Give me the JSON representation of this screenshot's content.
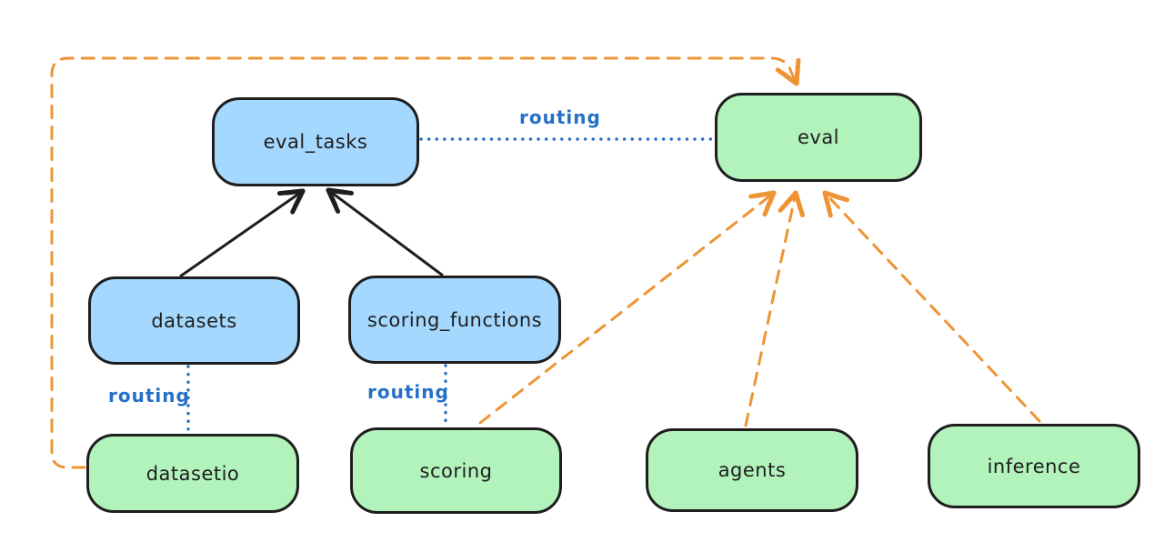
{
  "diagram": {
    "type": "architecture-diagram",
    "colors": {
      "node_blue_fill": "#a5d8ff",
      "node_green_fill": "#b2f2bb",
      "node_border": "#1e1e1e",
      "edge_black": "#1e1e1e",
      "edge_orange": "#ee9434",
      "edge_blue": "#2470c8",
      "label_blue": "#2470c8"
    },
    "nodes": [
      {
        "id": "eval_tasks",
        "label": "eval_tasks",
        "color": "blue"
      },
      {
        "id": "eval",
        "label": "eval",
        "color": "green"
      },
      {
        "id": "datasets",
        "label": "datasets",
        "color": "blue"
      },
      {
        "id": "scoring_functions",
        "label": "scoring_functions",
        "color": "blue"
      },
      {
        "id": "datasetio",
        "label": "datasetio",
        "color": "green"
      },
      {
        "id": "scoring",
        "label": "scoring",
        "color": "green"
      },
      {
        "id": "agents",
        "label": "agents",
        "color": "green"
      },
      {
        "id": "inference",
        "label": "inference",
        "color": "green"
      }
    ],
    "edges": [
      {
        "from": "datasets",
        "to": "eval_tasks",
        "style": "solid",
        "color": "black",
        "arrow": true
      },
      {
        "from": "scoring_functions",
        "to": "eval_tasks",
        "style": "solid",
        "color": "black",
        "arrow": true
      },
      {
        "from": "eval_tasks",
        "to": "eval",
        "style": "dotted",
        "color": "blue",
        "label": "routing",
        "arrow": false
      },
      {
        "from": "datasets",
        "to": "datasetio",
        "style": "dotted",
        "color": "blue",
        "label": "routing",
        "arrow": false
      },
      {
        "from": "scoring_functions",
        "to": "scoring",
        "style": "dotted",
        "color": "blue",
        "label": "routing",
        "arrow": false
      },
      {
        "from": "datasetio",
        "to": "eval",
        "style": "dashed",
        "color": "orange",
        "arrow": true,
        "route": "left-top-loop"
      },
      {
        "from": "scoring",
        "to": "eval",
        "style": "dashed",
        "color": "orange",
        "arrow": true
      },
      {
        "from": "agents",
        "to": "eval",
        "style": "dashed",
        "color": "orange",
        "arrow": true
      },
      {
        "from": "inference",
        "to": "eval",
        "style": "dashed",
        "color": "orange",
        "arrow": true
      }
    ],
    "edge_labels": {
      "routing_top": "routing",
      "routing_datasets_datasetio": "routing",
      "routing_scoring_functions_scoring": "routing"
    }
  }
}
